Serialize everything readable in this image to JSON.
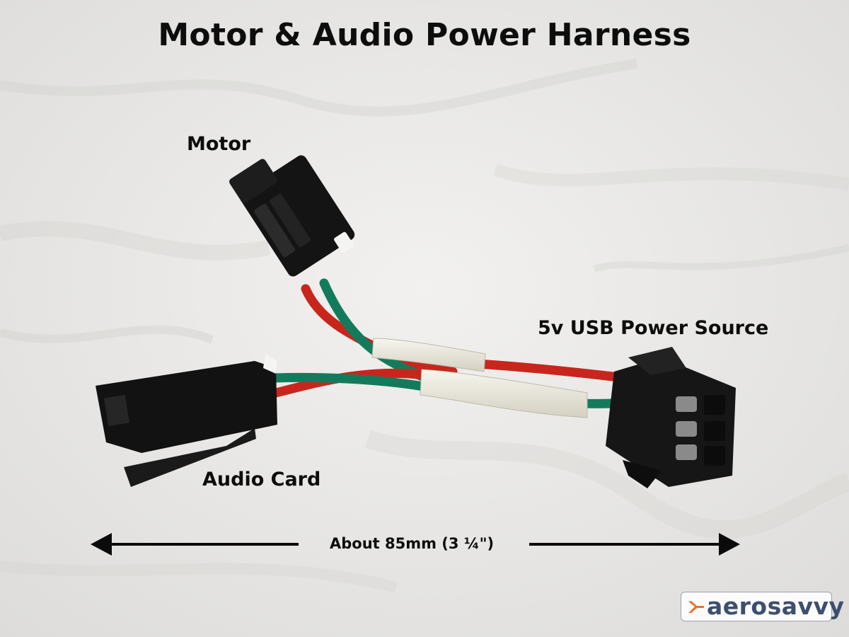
{
  "title": "Motor & Audio Power Harness",
  "labels": {
    "motor": "Motor",
    "usb_power": "5v USB Power Source",
    "audio_card": "Audio Card",
    "length": "About 85mm (3 ¼\")"
  },
  "logo": {
    "text": "aerosavvy",
    "mark_icon": "airplane-icon",
    "mark_color": "#e8742a",
    "text_color": "#3d4f6e"
  },
  "colors": {
    "background": "#e9e8e6",
    "wire_red": "#c8261d",
    "wire_green": "#137b5c",
    "heat_shrink": "#e6e4d6",
    "connector": "#141414"
  }
}
